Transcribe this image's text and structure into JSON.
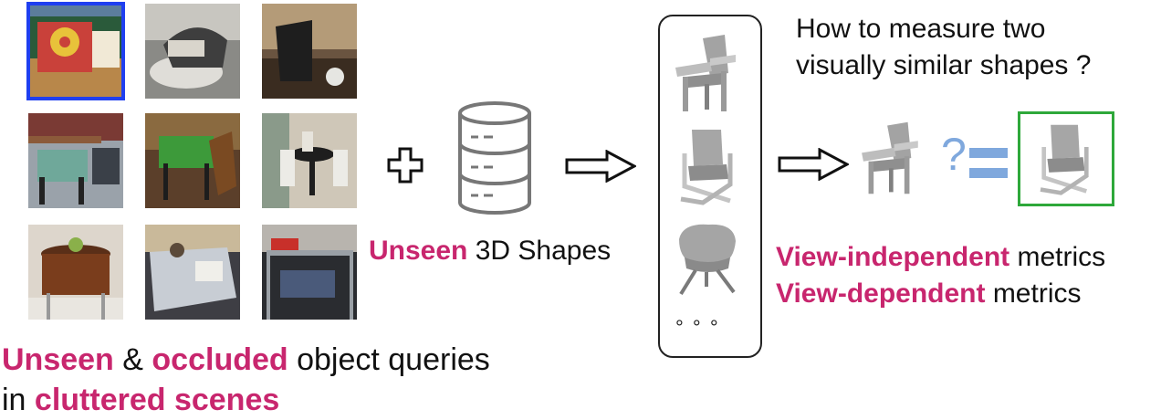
{
  "question": {
    "line1": "How to measure two",
    "line2": "visually similar shapes ?"
  },
  "caption": {
    "unseen": "Unseen",
    "amp": " & ",
    "occluded": "occluded",
    "rest1": " object queries",
    "in": "in ",
    "cluttered": "cluttered scenes"
  },
  "database": {
    "unseen": "Unseen",
    "rest": " 3D Shapes"
  },
  "metrics": {
    "independent": "View-independent",
    "independent_rest": " metrics",
    "dependent": "View-dependent",
    "dependent_rest": " metrics"
  },
  "symbols": {
    "question_mark": "?",
    "ellipsis": "°  °  °"
  },
  "colors": {
    "highlight": "#c8266e",
    "selection": "#1f3ff0",
    "match": "#2ea83a",
    "equals": "#7fa8dd"
  },
  "icons": [
    "plus-icon",
    "database-icon",
    "arrow-right-icon",
    "chair-icon"
  ]
}
